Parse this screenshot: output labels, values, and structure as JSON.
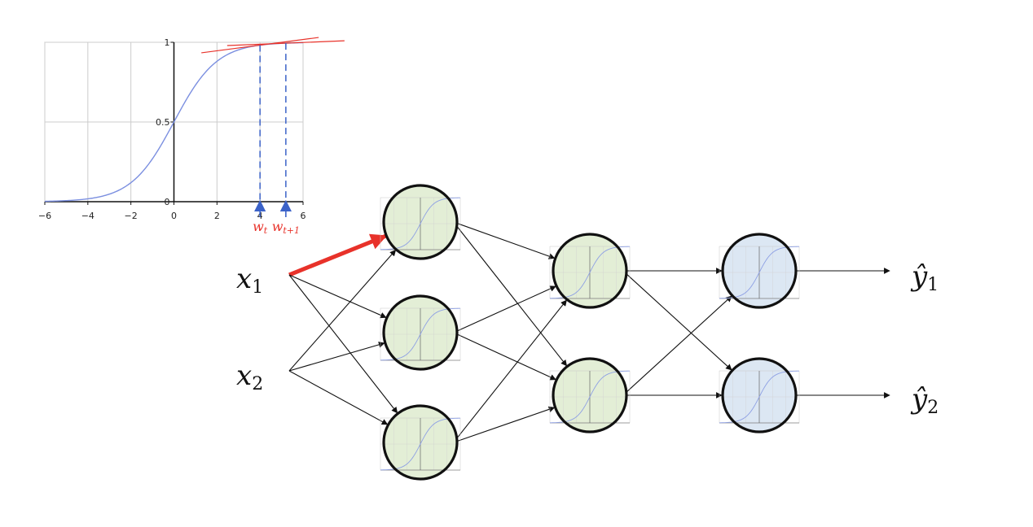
{
  "chart_data": {
    "type": "line",
    "x_ticks": [
      "−6",
      "−4",
      "−2",
      "0",
      "2",
      "4",
      "6"
    ],
    "y_ticks": [
      "0",
      "0.5",
      "1"
    ],
    "xlim": [
      -6,
      6
    ],
    "ylim": [
      0,
      1
    ],
    "grid": true,
    "series": [
      {
        "function": "sigmoid",
        "x_range": [
          -6,
          6
        ],
        "color": "#7b8fe0"
      }
    ],
    "tangent_lines": [
      {
        "at_x": 4,
        "color": "#e8322a"
      },
      {
        "at_x": 5.2,
        "color": "#e8322a"
      }
    ],
    "markers": [
      {
        "x": 4,
        "label": "w",
        "sub": "t"
      },
      {
        "x": 5.2,
        "label": "w",
        "sub": "t+1"
      }
    ],
    "colors": {
      "curve": "#7b8fe0",
      "tangent": "#e8322a",
      "marker": "#3b62c8",
      "axis": "#111111",
      "grid": "#cccccc"
    }
  },
  "network": {
    "inputs": [
      {
        "label": "x",
        "sub": "1"
      },
      {
        "label": "x",
        "sub": "2"
      }
    ],
    "outputs": [
      {
        "label": "ŷ",
        "sub": "1"
      },
      {
        "label": "ŷ",
        "sub": "2"
      }
    ],
    "layers": [
      {
        "kind": "hidden",
        "neurons": 3,
        "fill": "#e3eed6"
      },
      {
        "kind": "hidden",
        "neurons": 2,
        "fill": "#e3eed6"
      },
      {
        "kind": "output",
        "neurons": 2,
        "fill": "#dce7f3"
      }
    ],
    "highlighted_edge": {
      "from": "x1",
      "to": "hidden1-neuron1",
      "color": "#e8322a"
    },
    "neuron_icon": "sigmoid-plot-icon"
  }
}
